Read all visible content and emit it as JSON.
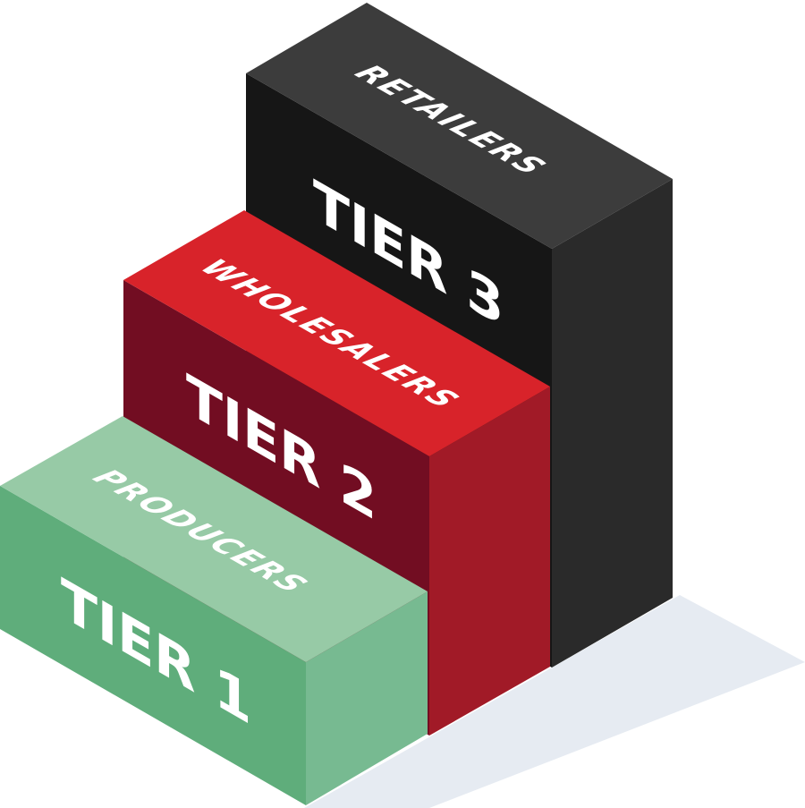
{
  "tiers": [
    {
      "id": "tier-3",
      "tier_label": "TIER 3",
      "role": "RETAILERS",
      "colors": {
        "top": "#3c3c3c",
        "front": "#161616",
        "side": "#2a2a2a",
        "role_text": "#ffffff"
      }
    },
    {
      "id": "tier-2",
      "tier_label": "TIER 2",
      "role": "WHOLESALERS",
      "colors": {
        "top": "#d8232a",
        "front": "#720d22",
        "side": "#a11a27",
        "role_text": "#ffffff"
      }
    },
    {
      "id": "tier-1",
      "tier_label": "TIER 1",
      "role": "PRODUCERS",
      "colors": {
        "top": "#97caa6",
        "front": "#5fad7b",
        "side": "#77ba91",
        "role_text": "#ffffff"
      }
    }
  ],
  "colors": {
    "shadow": "#e6ebf2",
    "background": "#ffffff"
  }
}
